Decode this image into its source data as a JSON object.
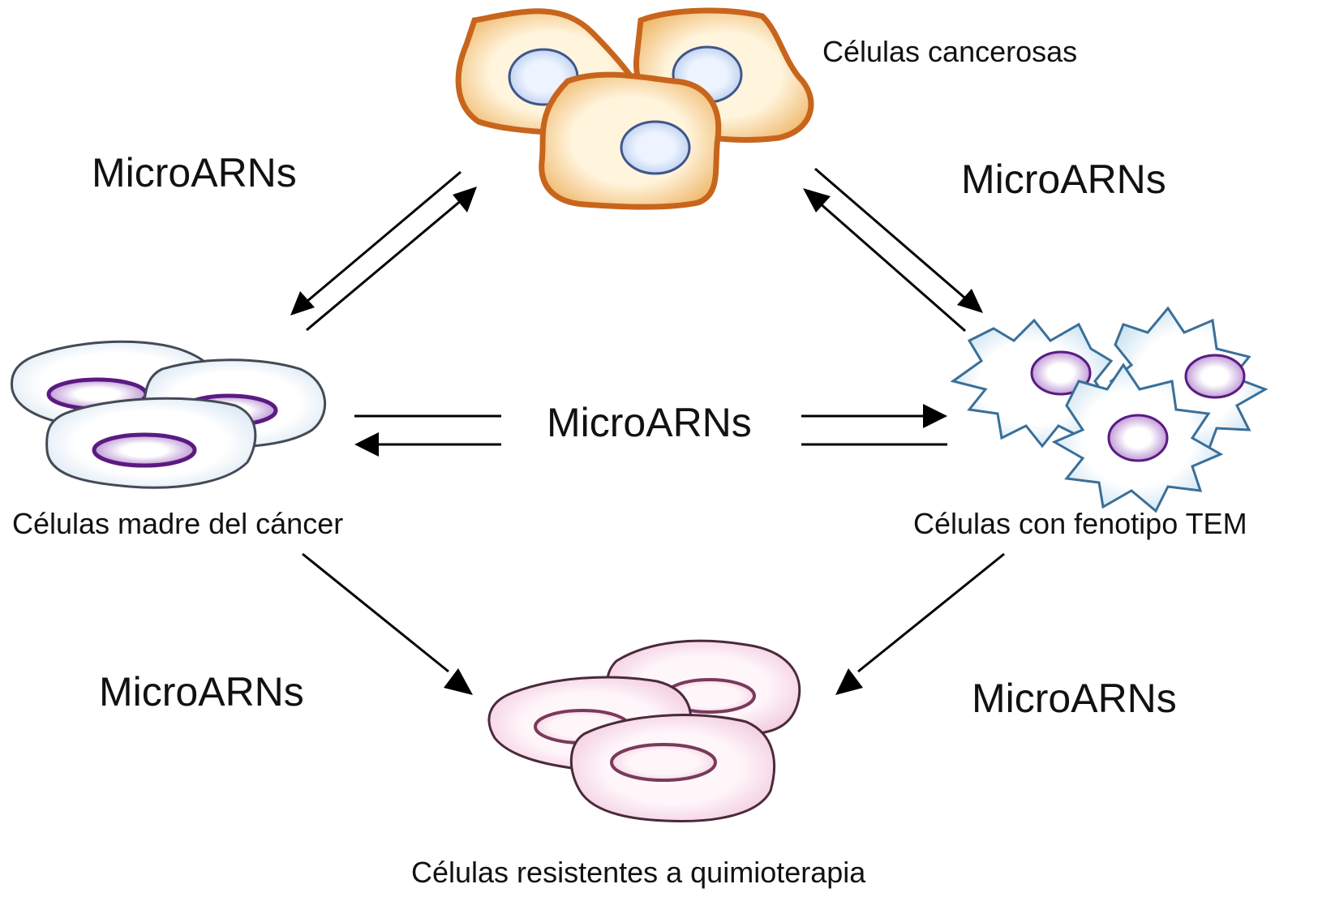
{
  "labels": {
    "cancer_cells": "Células cancerosas",
    "stem_cells": "Células madre del cáncer",
    "emt_cells": "Células con fenotipo TEM",
    "chemo_resistant": "Células resistentes a quimioterapia"
  },
  "mirna": {
    "top_left": "MicroARNs",
    "top_right": "MicroARNs",
    "center": "MicroARNs",
    "bottom_left": "MicroARNs",
    "bottom_right": "MicroARNs"
  },
  "colors": {
    "cancer_fill": "#fbe6c0",
    "cancer_outline": "#c8651c",
    "nucleus_blue": "#dde9fb",
    "nucleus_blue_outline": "#5a78b8",
    "stem_fill": "#f2f7fc",
    "stem_outline": "#444a55",
    "nucleus_purple": "#f0e0f8",
    "nucleus_purple_outline": "#5b1a82",
    "emt_fill": "#eef6fb",
    "emt_outline": "#3a6f98",
    "resist_fill": "#fbeaf3",
    "resist_outline": "#7a3a5a",
    "arrow": "#000000"
  }
}
